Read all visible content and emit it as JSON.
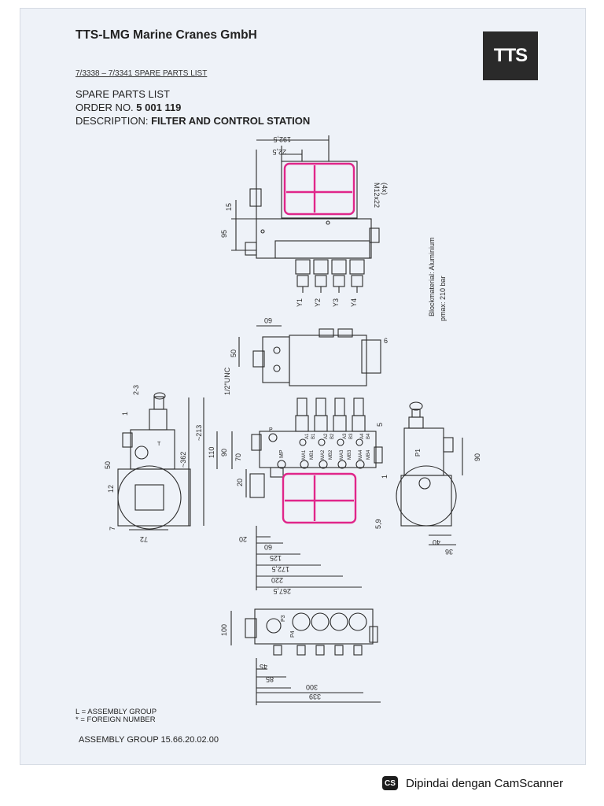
{
  "header": {
    "company": "TTS-LMG Marine Cranes GmbH",
    "logo_text": "TTS",
    "list_ref": "7/3338 – 7/3341  SPARE PARTS LIST",
    "doc_title": "SPARE PARTS LIST",
    "order_label": "ORDER NO.",
    "order_no": "5 001 119",
    "description_label": "DESCRIPTION:",
    "description": "FILTER AND CONTROL STATION"
  },
  "drawing": {
    "dims_top_view": [
      "192,5",
      "22,5",
      "15",
      "95"
    ],
    "thread_note": [
      "M12x22",
      "(4x)"
    ],
    "valve_labels": [
      "Y1",
      "Y2",
      "Y3",
      "Y4"
    ],
    "block_note": [
      "Blockmaterial: Aluminium",
      "pmax: 210 bar"
    ],
    "dims_side_view": [
      "60",
      "50",
      "1/2\"UNC",
      "6"
    ],
    "dims_left_view": [
      "2-3",
      "1",
      "50",
      "12",
      "7",
      "72",
      "~362",
      "~213"
    ],
    "dims_front_view": [
      "110",
      "90",
      "70",
      "20",
      "20",
      "60",
      "125",
      "172,5",
      "220",
      "267,5"
    ],
    "port_labels": [
      "P",
      "MP",
      "T",
      "A1",
      "B1",
      "A2",
      "B2",
      "A3",
      "B3",
      "A4",
      "B4",
      "MA1",
      "MB1",
      "MA2",
      "MB2",
      "MA3",
      "MB3",
      "MA4",
      "MB4",
      "5"
    ],
    "dims_right_view": [
      "P1",
      "90",
      "5,9",
      "40",
      "1",
      "36"
    ],
    "dims_bottom_view": [
      "100",
      "P3",
      "P4",
      "45",
      "85",
      "300",
      "339"
    ]
  },
  "legend": {
    "line1": "L = ASSEMBLY GROUP",
    "line2": "* = FOREIGN NUMBER"
  },
  "assembly_group": "ASSEMBLY GROUP 15.66.20.02.00",
  "camscanner": {
    "badge": "CS",
    "text": "Dipindai dengan CamScanner"
  },
  "colors": {
    "highlight": "#e0268a",
    "line": "#2a2a2a",
    "paper": "#eef2f8"
  }
}
